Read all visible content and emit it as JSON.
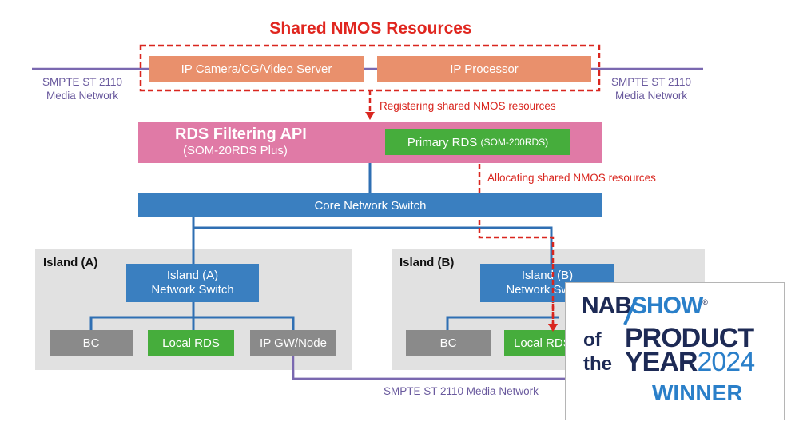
{
  "diagram": {
    "shared_title": "Shared NMOS Resources",
    "ip_camera": "IP Camera/CG/Video Server",
    "ip_processor": "IP Processor",
    "media_network_left": [
      "SMPTE ST 2110",
      "Media Network"
    ],
    "media_network_right": [
      "SMPTE ST 2110",
      "Media Network"
    ],
    "registering_note": "Registering shared NMOS resources",
    "rds_filtering_title": "RDS Filtering API",
    "rds_filtering_sub": "(SOM-20RDS Plus)",
    "primary_rds": "Primary RDS",
    "primary_rds_model": "(SOM-200RDS)",
    "allocating_note": "Allocating shared NMOS resources",
    "core_switch": "Core Network Switch",
    "island_a": {
      "label": "Island (A)",
      "switch": [
        "Island (A)",
        "Network Switch"
      ],
      "bc": "BC",
      "local_rds": "Local RDS",
      "ip_gw": "IP GW/Node"
    },
    "island_b": {
      "label": "Island (B)",
      "switch": [
        "Island (B)",
        "Network Switch"
      ],
      "bc": "BC",
      "local_rds": "Local RDS"
    },
    "bottom_network": "SMPTE ST 2110 Media Network"
  },
  "badge": {
    "brand_nab": "NAB",
    "brand_show": "SHOW",
    "of": "of",
    "the": "the",
    "product": "PRODUCT",
    "year": "YEAR",
    "year_num": "2024",
    "winner": "WINNER"
  },
  "colors": {
    "red": "#e0261f",
    "purple": "#7a68b0",
    "blue": "#3a7fc0",
    "green": "#46ad3c",
    "pink": "#e07aa6",
    "orange": "#e9906c",
    "gray": "#8a8a8a",
    "navy": "#1d2a55",
    "badge_blue": "#2a7fc9"
  }
}
